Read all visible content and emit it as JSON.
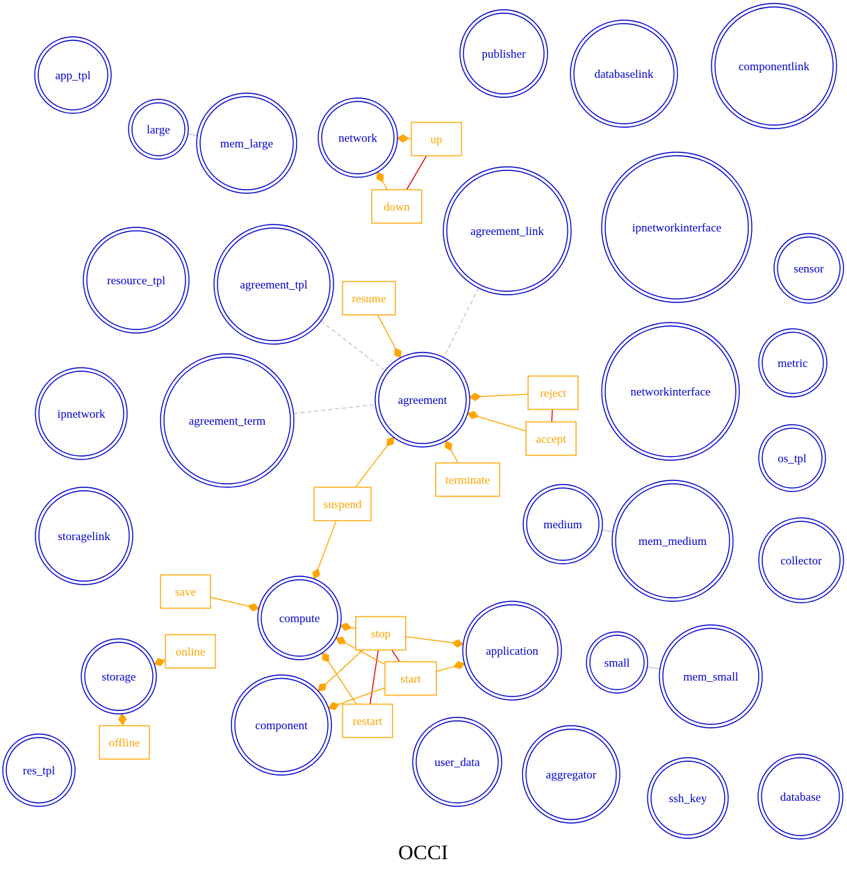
{
  "title": "OCCI",
  "colors": {
    "state": "#0000cc",
    "action": "#ffa500",
    "transition": "#e00000",
    "link": "#bbbbbb",
    "title": "#000000"
  },
  "states": [
    {
      "id": "app_tpl",
      "label": "app_tpl"
    },
    {
      "id": "publisher",
      "label": "publisher"
    },
    {
      "id": "databaselink",
      "label": "databaselink"
    },
    {
      "id": "componentlink",
      "label": "componentlink"
    },
    {
      "id": "large",
      "label": "large"
    },
    {
      "id": "mem_large",
      "label": "mem_large"
    },
    {
      "id": "network",
      "label": "network"
    },
    {
      "id": "agreement_link",
      "label": "agreement_link"
    },
    {
      "id": "ipnetworkinterface",
      "label": "ipnetworkinterface"
    },
    {
      "id": "sensor",
      "label": "sensor"
    },
    {
      "id": "resource_tpl",
      "label": "resource_tpl"
    },
    {
      "id": "agreement_tpl",
      "label": "agreement_tpl"
    },
    {
      "id": "agreement",
      "label": "agreement"
    },
    {
      "id": "metric",
      "label": "metric"
    },
    {
      "id": "ipnetwork",
      "label": "ipnetwork"
    },
    {
      "id": "agreement_term",
      "label": "agreement_term"
    },
    {
      "id": "networkinterface",
      "label": "networkinterface"
    },
    {
      "id": "os_tpl",
      "label": "os_tpl"
    },
    {
      "id": "storagelink",
      "label": "storagelink"
    },
    {
      "id": "medium",
      "label": "medium"
    },
    {
      "id": "mem_medium",
      "label": "mem_medium"
    },
    {
      "id": "collector",
      "label": "collector"
    },
    {
      "id": "compute",
      "label": "compute"
    },
    {
      "id": "application",
      "label": "application"
    },
    {
      "id": "small",
      "label": "small"
    },
    {
      "id": "mem_small",
      "label": "mem_small"
    },
    {
      "id": "storage",
      "label": "storage"
    },
    {
      "id": "component",
      "label": "component"
    },
    {
      "id": "res_tpl",
      "label": "res_tpl"
    },
    {
      "id": "user_data",
      "label": "user_data"
    },
    {
      "id": "aggregator",
      "label": "aggregator"
    },
    {
      "id": "ssh_key",
      "label": "ssh_key"
    },
    {
      "id": "database",
      "label": "database"
    }
  ],
  "actions": [
    {
      "id": "up",
      "label": "up"
    },
    {
      "id": "down",
      "label": "down"
    },
    {
      "id": "resume",
      "label": "resume"
    },
    {
      "id": "reject",
      "label": "reject"
    },
    {
      "id": "accept",
      "label": "accept"
    },
    {
      "id": "terminate",
      "label": "terminate"
    },
    {
      "id": "suspend",
      "label": "suspend"
    },
    {
      "id": "save",
      "label": "save"
    },
    {
      "id": "stop",
      "label": "stop"
    },
    {
      "id": "online",
      "label": "online"
    },
    {
      "id": "start",
      "label": "start"
    },
    {
      "id": "restart",
      "label": "restart"
    },
    {
      "id": "offline",
      "label": "offline"
    }
  ],
  "action_links": [
    {
      "action": "up",
      "target": "network"
    },
    {
      "action": "down",
      "target": "network"
    },
    {
      "action": "resume",
      "target": "agreement"
    },
    {
      "action": "reject",
      "target": "agreement"
    },
    {
      "action": "accept",
      "target": "agreement"
    },
    {
      "action": "terminate",
      "target": "agreement"
    },
    {
      "action": "suspend",
      "target": "agreement"
    },
    {
      "action": "suspend",
      "target": "compute"
    },
    {
      "action": "save",
      "target": "compute"
    },
    {
      "action": "stop",
      "target": "compute"
    },
    {
      "action": "start",
      "target": "compute"
    },
    {
      "action": "restart",
      "target": "compute"
    },
    {
      "action": "stop",
      "target": "application"
    },
    {
      "action": "start",
      "target": "application"
    },
    {
      "action": "stop",
      "target": "component"
    },
    {
      "action": "start",
      "target": "component"
    },
    {
      "action": "online",
      "target": "storage"
    },
    {
      "action": "offline",
      "target": "storage"
    }
  ],
  "transition_links": [
    {
      "from": "up",
      "to": "down"
    },
    {
      "from": "reject",
      "to": "accept"
    },
    {
      "from": "stop",
      "to": "start"
    },
    {
      "from": "stop",
      "to": "restart"
    }
  ],
  "association_links": [
    {
      "from": "large",
      "to": "mem_large",
      "style": "solid"
    },
    {
      "from": "medium",
      "to": "mem_medium",
      "style": "solid"
    },
    {
      "from": "small",
      "to": "mem_small",
      "style": "solid"
    },
    {
      "from": "agreement_tpl",
      "to": "agreement",
      "style": "dashed"
    },
    {
      "from": "agreement_link",
      "to": "agreement",
      "style": "dashed"
    },
    {
      "from": "agreement_term",
      "to": "agreement",
      "style": "dashed"
    }
  ]
}
